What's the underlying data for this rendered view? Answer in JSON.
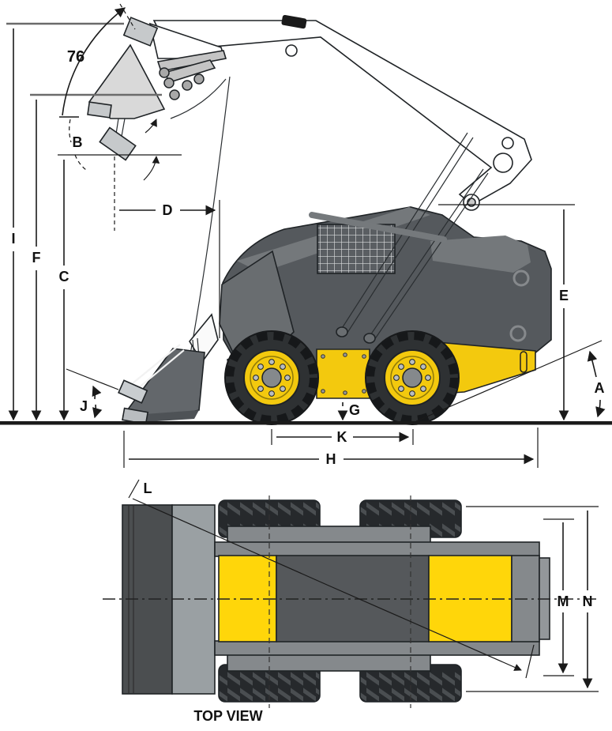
{
  "caption": "TOP VIEW",
  "side_view": {
    "dump_angle": "76",
    "labels": {
      "A": "A",
      "B": "B",
      "C": "C",
      "D": "D",
      "E": "E",
      "F": "F",
      "G": "G",
      "H": "H",
      "I": "I",
      "J": "J",
      "K": "K"
    }
  },
  "top_view": {
    "labels": {
      "L": "L",
      "M": "M",
      "N": "N"
    }
  },
  "colors": {
    "yellow": "#F3C90E",
    "yellow_bright": "#FFD60A",
    "body_gray": "#55595D",
    "body_gray_light": "#74787B",
    "frame_gray": "#85898C",
    "bucket_light": "#D9D9D9",
    "bucket_mid": "#C6C9CB",
    "ghost_gray": "#63676B",
    "tire_dark": "#2E3133",
    "line": "#1A1A1A"
  }
}
